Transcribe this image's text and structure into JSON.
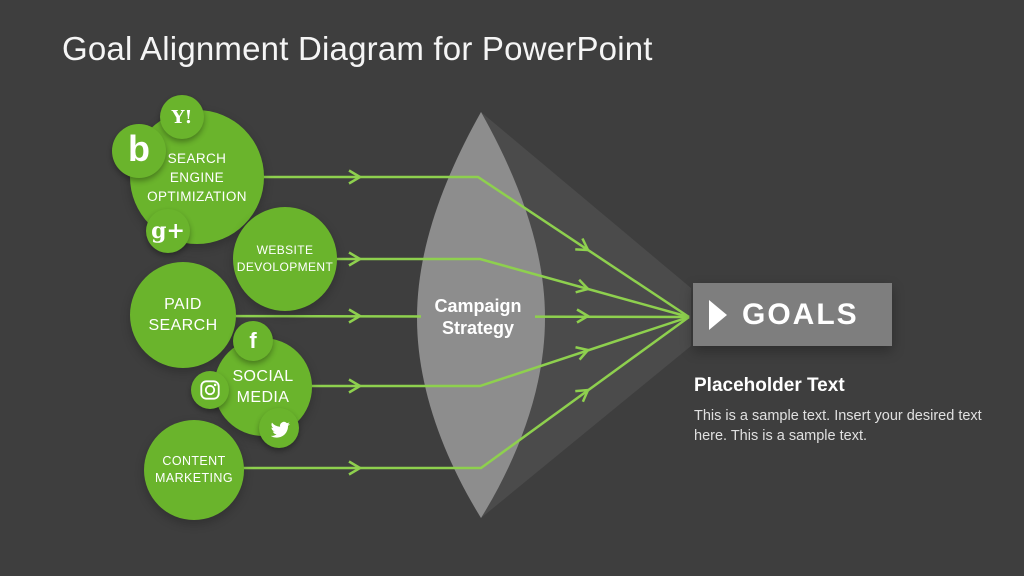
{
  "title": "Goal Alignment Diagram for PowerPoint",
  "colors": {
    "background": "#3e3e3e",
    "circle_green": "#6ab42c",
    "line_green": "#8ed04e",
    "lens_gray": "#8d8d8d",
    "beam_gray": "#4b4b4b",
    "goals_gray": "#7e7e7e",
    "title_white": "#f5f5f5",
    "body_gray": "#e0e0e0"
  },
  "channels": [
    {
      "name": "search-engine-optimization",
      "line1": "SEARCH",
      "line2": "ENGINE",
      "line3": "OPTIMIZATION"
    },
    {
      "name": "website-devolopment",
      "line1": "WEBSITE",
      "line2": "DEVOLOPMENT"
    },
    {
      "name": "paid-search",
      "line1": "PAID",
      "line2": "SEARCH"
    },
    {
      "name": "social-media",
      "line1": "SOCIAL",
      "line2": "MEDIA"
    },
    {
      "name": "content-marketing",
      "line1": "CONTENT",
      "line2": "MARKETING"
    }
  ],
  "icons": {
    "yahoo": "Y!",
    "bing": "b",
    "google_plus": "g+",
    "facebook": "f"
  },
  "lens": {
    "line1": "Campaign",
    "line2": "Strategy"
  },
  "goals": {
    "label": "GOALS"
  },
  "placeholder": {
    "heading": "Placeholder Text",
    "body": "This is a sample text. Insert your desired text here. This is a sample text."
  }
}
